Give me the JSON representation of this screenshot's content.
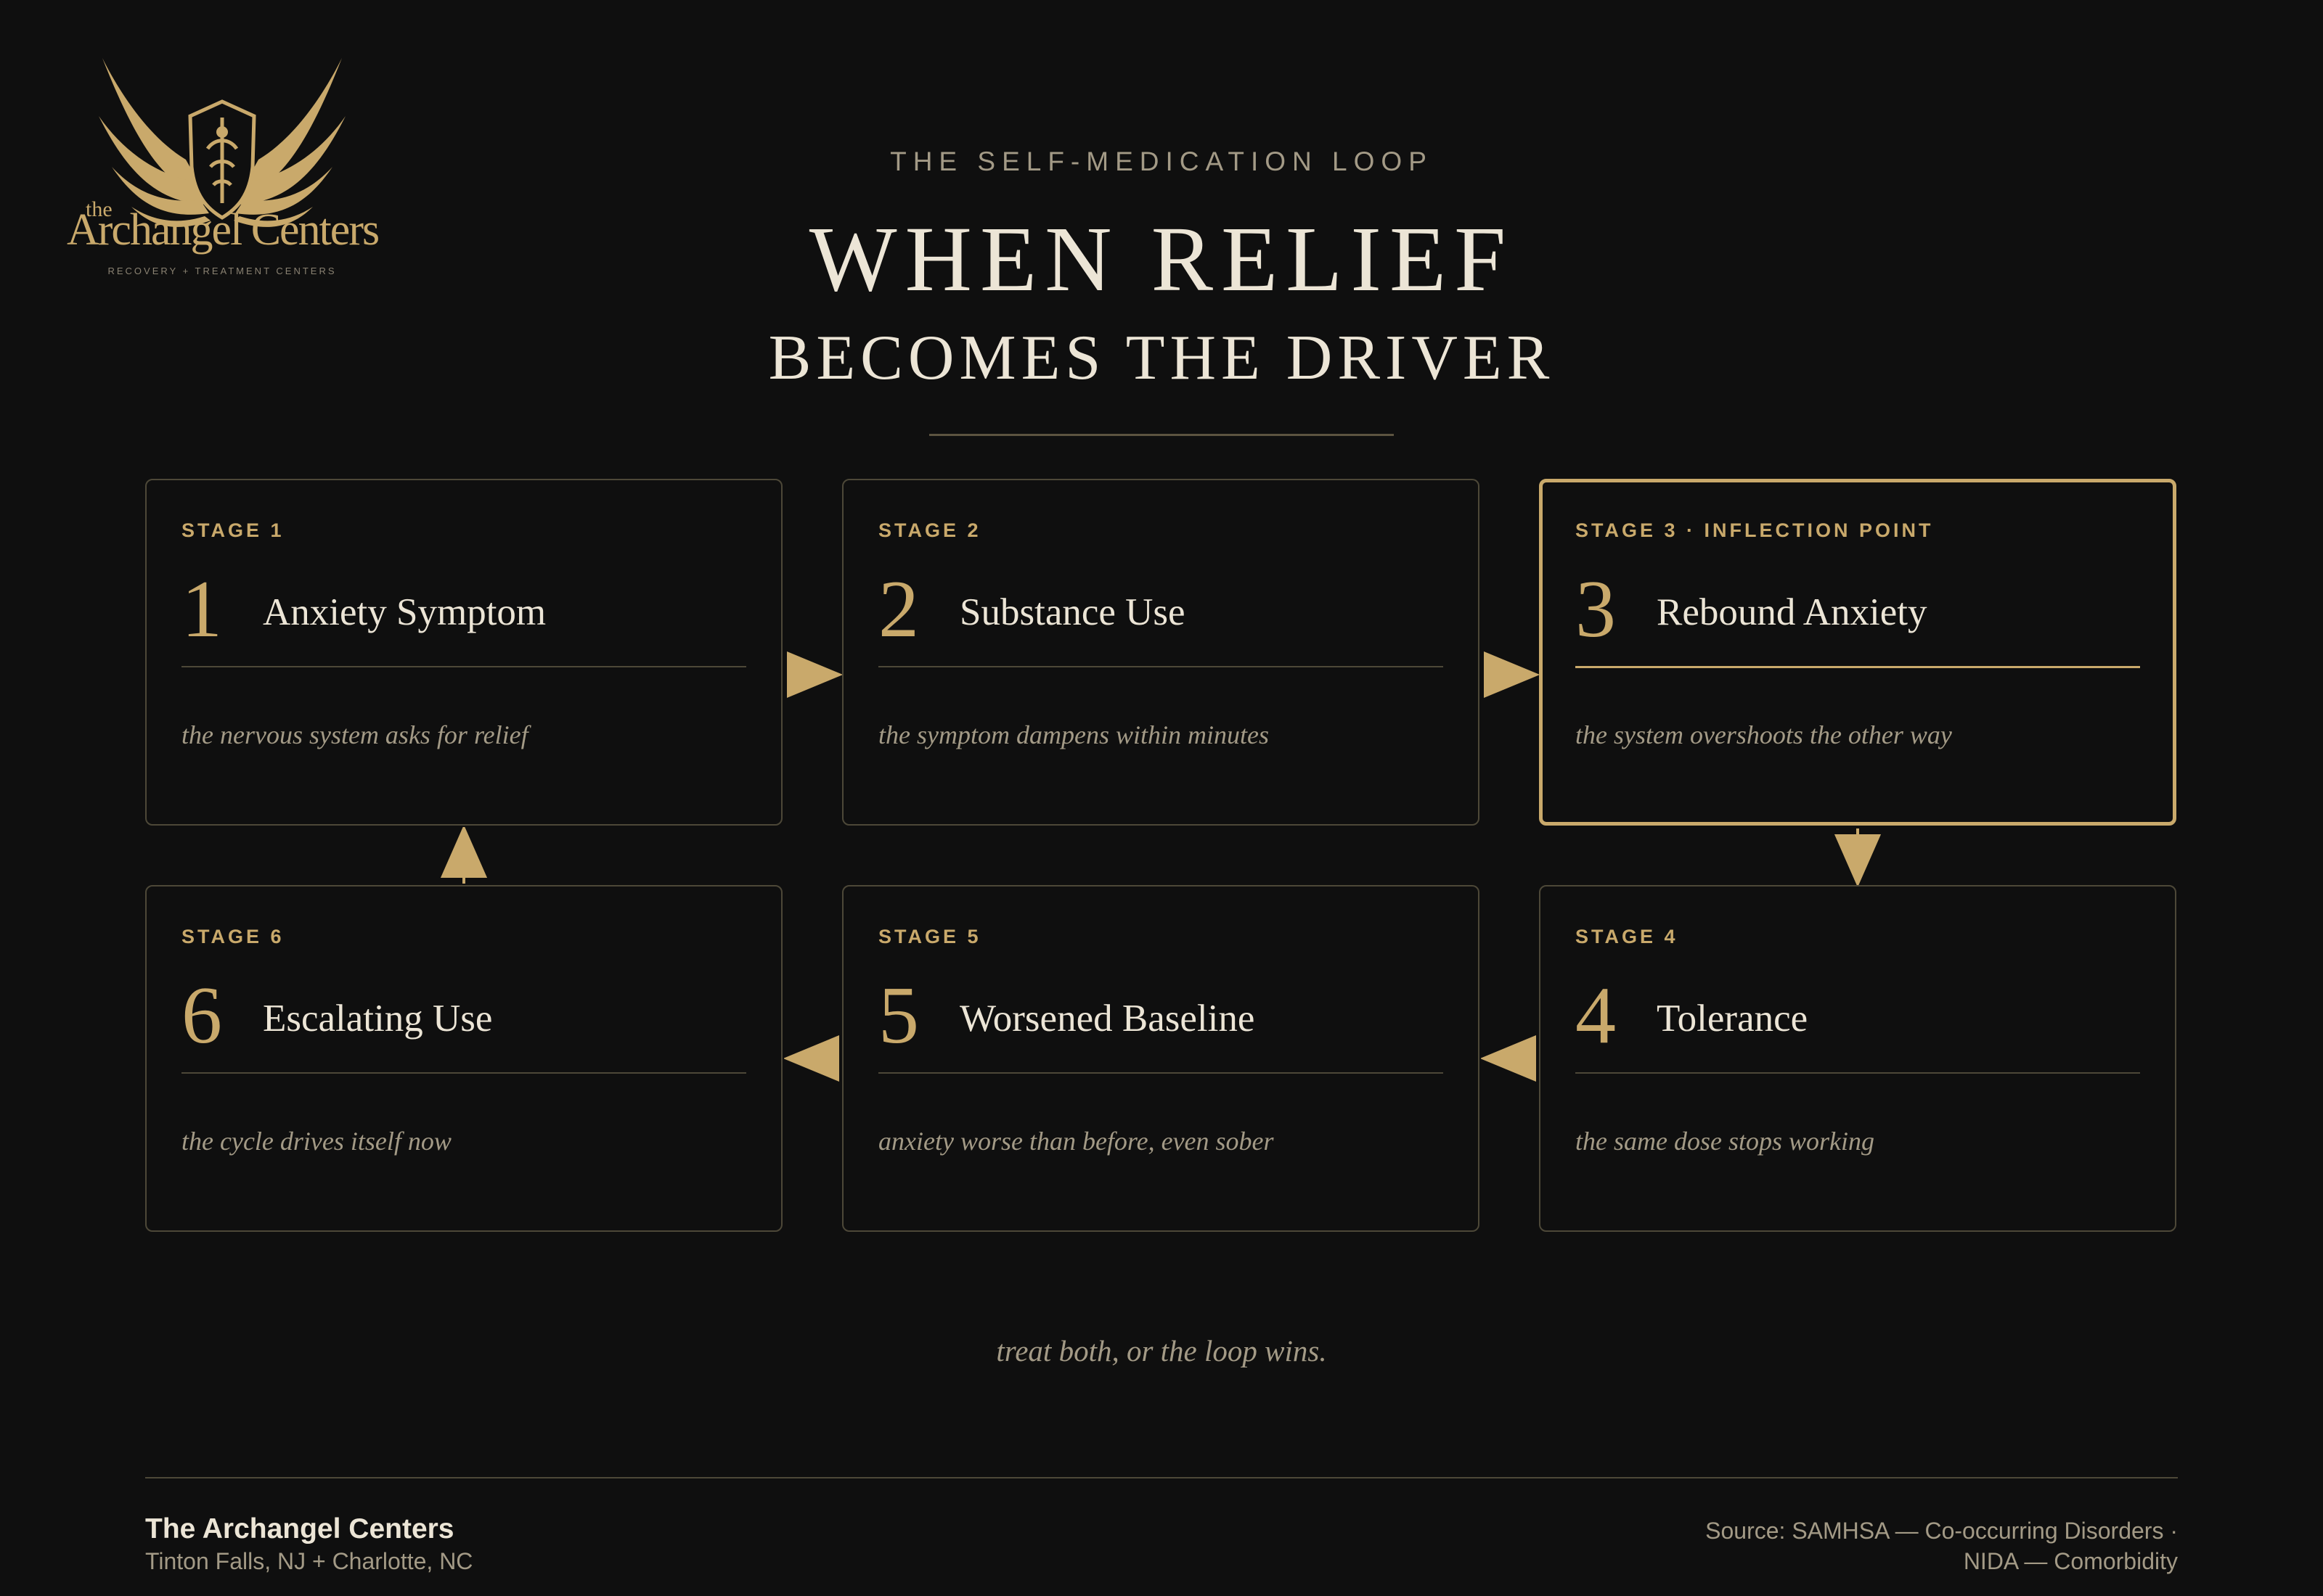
{
  "brand": {
    "logo_icon": "winged-shield-icon",
    "logo_prefix": "the",
    "logo_name": "Archangel Centers",
    "logo_tagline": "RECOVERY + TREATMENT CENTERS",
    "accent_color": "#c9a96b"
  },
  "header": {
    "eyebrow": "THE SELF-MEDICATION LOOP",
    "title_line1": "WHEN RELIEF",
    "title_line2": "BECOMES THE DRIVER"
  },
  "stages": [
    {
      "stage_label": "STAGE 1",
      "number": "1",
      "name": "Anxiety Symptom",
      "description": "the nervous system asks for relief"
    },
    {
      "stage_label": "STAGE 2",
      "number": "2",
      "name": "Substance Use",
      "description": "the symptom dampens within minutes"
    },
    {
      "stage_label": "STAGE 3 · INFLECTION POINT",
      "number": "3",
      "name": "Rebound Anxiety",
      "description": "the system overshoots the other way",
      "highlighted": true
    },
    {
      "stage_label": "STAGE 4",
      "number": "4",
      "name": "Tolerance",
      "description": "the same dose stops working"
    },
    {
      "stage_label": "STAGE 5",
      "number": "5",
      "name": "Worsened Baseline",
      "description": "anxiety worse than before, even sober"
    },
    {
      "stage_label": "STAGE 6",
      "number": "6",
      "name": "Escalating Use",
      "description": "the cycle drives itself now"
    }
  ],
  "flow": [
    "1→2",
    "2→3",
    "3→4",
    "4→5",
    "5→6",
    "6→1"
  ],
  "tagline": "treat both, or the loop wins.",
  "footer": {
    "org": "The Archangel Centers",
    "locations": "Tinton Falls, NJ + Charlotte, NC",
    "source_line1": "Source: SAMHSA — Co-occurring Disorders ·",
    "source_line2": "NIDA — Comorbidity"
  }
}
